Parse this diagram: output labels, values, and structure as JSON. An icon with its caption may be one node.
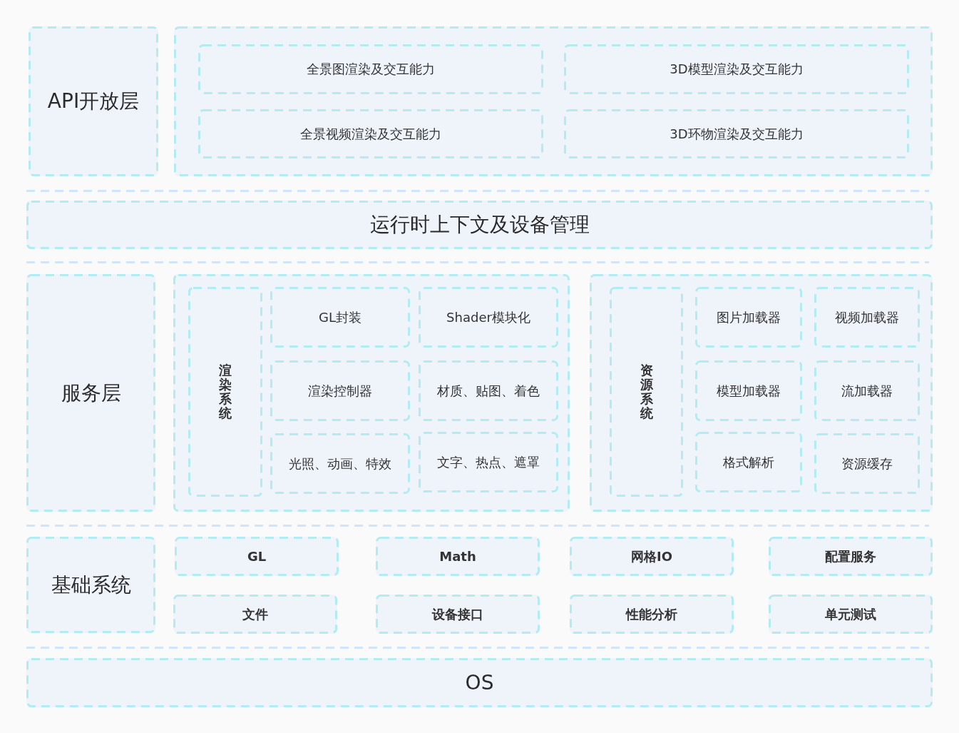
{
  "diagram": {
    "nodes": [
      {
        "text": [
          "API开放层"
        ]
      },
      {
        "text": [],
        "shape": "box"
      },
      {
        "text": [
          "全景图渲染及交互能力"
        ],
        "in": 1
      },
      {
        "text": [
          "3D模型渲染及交互能力"
        ],
        "in": 1
      },
      {
        "text": [
          "全景视频渲染及交互能力"
        ],
        "in": 1
      },
      {
        "text": [
          "3D环物渲染及交互能力"
        ],
        "in": 1
      },
      {
        "text": [
          "运行时上下文及设备管理"
        ]
      },
      {
        "text": [
          "服务层"
        ]
      },
      {
        "text": [],
        "shape": "box"
      },
      {
        "text": [
          "渲染系统"
        ],
        "in": 8
      },
      {
        "text": [
          "GL封装"
        ],
        "in": 8
      },
      {
        "text": [
          "Shader模块化"
        ],
        "in": 8
      },
      {
        "text": [
          "渲染控制器"
        ],
        "in": 8
      },
      {
        "text": [
          "材质、贴图、着色"
        ],
        "in": 8
      },
      {
        "text": [
          "光照、动画、特效"
        ],
        "in": 8
      },
      {
        "text": [
          "文字、热点、遮罩"
        ],
        "in": 8
      },
      {
        "text": [],
        "shape": "box"
      },
      {
        "text": [
          "资源系统"
        ],
        "in": 16
      },
      {
        "text": [
          "图片加载器"
        ],
        "in": 16
      },
      {
        "text": [
          "视频加载器"
        ],
        "in": 16
      },
      {
        "text": [
          "模型加载器"
        ],
        "in": 16
      },
      {
        "text": [
          "流加载器"
        ],
        "in": 16
      },
      {
        "text": [
          "格式解析"
        ],
        "in": 16
      },
      {
        "text": [
          "资源缓存"
        ],
        "in": 16
      },
      {
        "text": [
          "基础系统"
        ]
      },
      {
        "text": [
          "GL"
        ]
      },
      {
        "text": [
          "Math"
        ]
      },
      {
        "text": [
          "网格IO"
        ]
      },
      {
        "text": [
          "配置服务"
        ]
      },
      {
        "text": [
          "文件"
        ]
      },
      {
        "text": [
          "设备接口"
        ]
      },
      {
        "text": [
          "性能分析"
        ]
      },
      {
        "text": [
          "单元测试"
        ]
      },
      {
        "text": [
          "OS"
        ]
      }
    ]
  }
}
